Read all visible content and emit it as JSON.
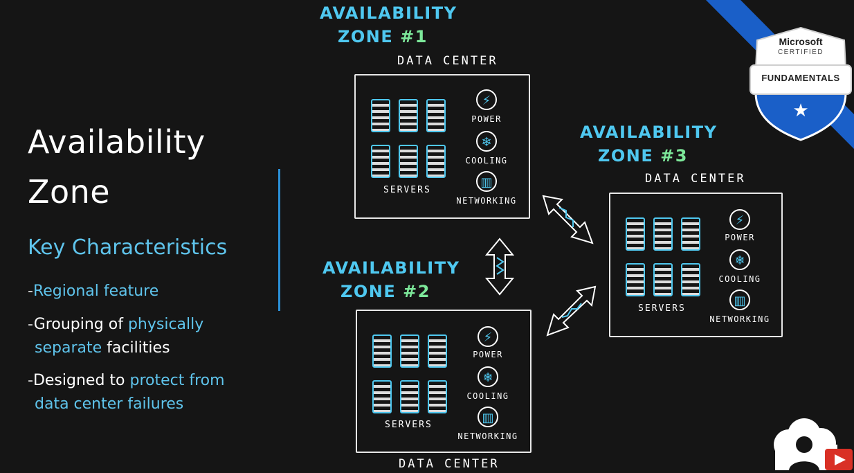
{
  "slide": {
    "title_line1": "Availability",
    "title_line2": "Zone",
    "subtitle": "Key Characteristics",
    "bullets": [
      {
        "dash": "-",
        "parts": [
          "Regional feature"
        ]
      },
      {
        "dash": "-",
        "line1_plain": "Grouping of ",
        "line1_hl": "physically",
        "line2_hl": "separate",
        "line2_plain": " facilities"
      },
      {
        "dash": "-",
        "line1_plain": "Designed to ",
        "line1_hl": "protect from",
        "line2_hl": "data center failures"
      }
    ]
  },
  "diagram": {
    "zones": [
      {
        "label_line1": "AVAILABILITY",
        "label_zone": "ZONE",
        "label_num": "#1",
        "datacenter_label": "DATA CENTER",
        "servers_label": "SERVERS",
        "power_label": "POWER",
        "cooling_label": "COOLING",
        "networking_label": "NETWORKING"
      },
      {
        "label_line1": "AVAILABILITY",
        "label_zone": "ZONE",
        "label_num": "#2",
        "datacenter_label": "DATA CENTER",
        "servers_label": "SERVERS",
        "power_label": "POWER",
        "cooling_label": "COOLING",
        "networking_label": "NETWORKING"
      },
      {
        "label_line1": "AVAILABILITY",
        "label_zone": "ZONE",
        "label_num": "#3",
        "datacenter_label": "DATA CENTER",
        "servers_label": "SERVERS",
        "power_label": "POWER",
        "cooling_label": "COOLING",
        "networking_label": "NETWORKING"
      }
    ]
  },
  "badge": {
    "line1": "Microsoft",
    "line2": "CERTIFIED",
    "line3": "FUNDAMENTALS"
  },
  "icons": {
    "power": "lightning-bolt-icon",
    "cooling": "snowflake-icon",
    "networking": "network-plug-icon",
    "youtube": "youtube-play-icon"
  },
  "colors": {
    "background": "#151515",
    "accent_blue": "#4fc8f0",
    "text_highlight": "#5fc4ec",
    "zone_number": "#7de89a",
    "badge_blue": "#1a5fc8",
    "divider": "#2a8fd6"
  }
}
